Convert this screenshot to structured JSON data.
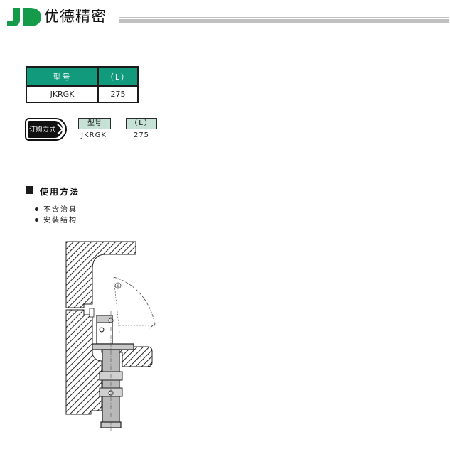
{
  "header": {
    "brand": "优德精密",
    "colors": {
      "brand_green": "#139b4a",
      "table_header": "#129a7d",
      "order_box": "#c6e2d6"
    }
  },
  "spec_table": {
    "columns": [
      "型号",
      "（L）"
    ],
    "rows": [
      [
        "JKRGK",
        "275"
      ]
    ]
  },
  "order": {
    "badge": "订购方式",
    "labels": [
      "型号",
      "（L）"
    ],
    "values": [
      "JKRGK",
      "275"
    ]
  },
  "usage": {
    "title": "使用方法",
    "items": [
      "不含治具",
      "安装结构"
    ]
  },
  "drawing": {
    "callout": "①"
  }
}
